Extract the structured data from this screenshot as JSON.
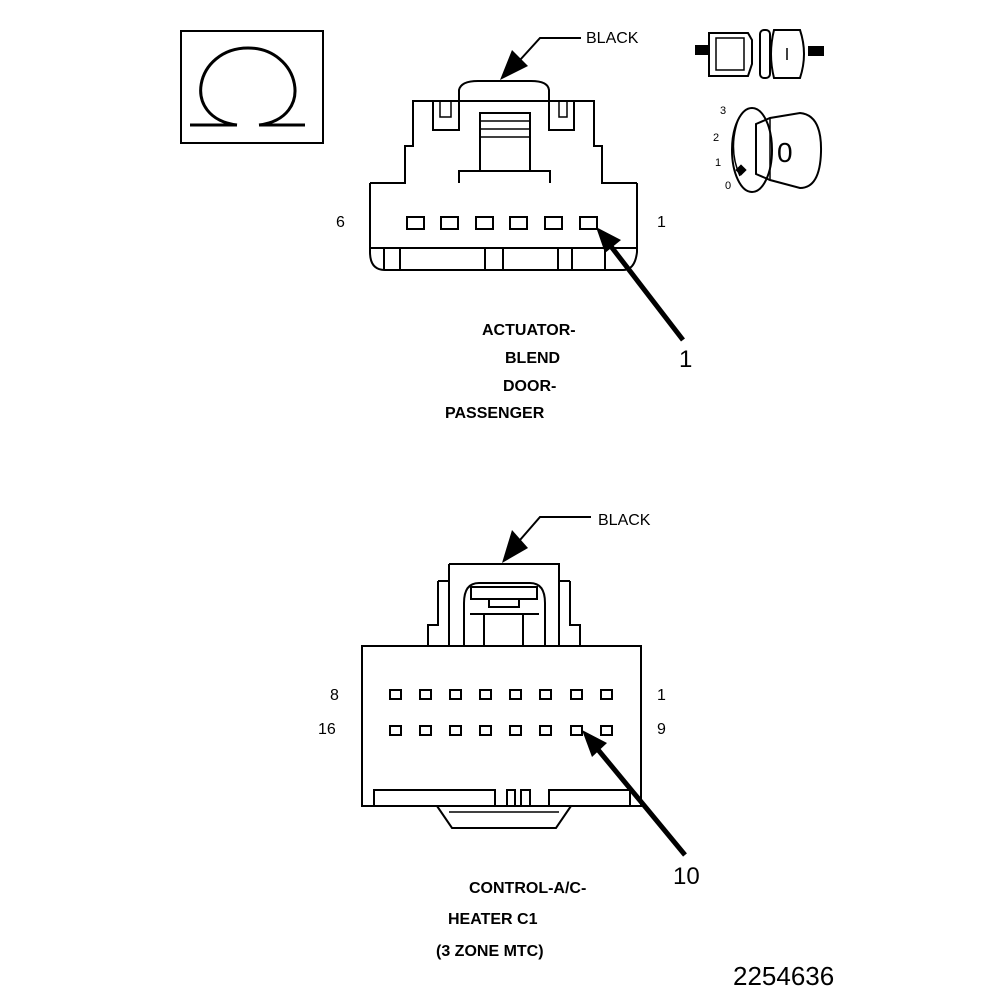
{
  "ohmmeter_symbol": "Ω",
  "key_switch": {
    "positions": [
      "3",
      "2",
      "1",
      "0"
    ],
    "key_label": "0"
  },
  "connector_top": {
    "color_callout": "BLACK",
    "pin_left": "6",
    "pin_right": "1",
    "probe_callout": "1",
    "name_lines": [
      "ACTUATOR-",
      "BLEND",
      "DOOR-",
      "PASSENGER"
    ]
  },
  "connector_bottom": {
    "color_callout": "BLACK",
    "row1_left": "8",
    "row1_right": "1",
    "row2_left": "16",
    "row2_right": "9",
    "probe_callout": "10",
    "name_lines": [
      "CONTROL-A/C-",
      "HEATER C1",
      "(3 ZONE MTC)"
    ]
  },
  "figure_number": "2254636"
}
